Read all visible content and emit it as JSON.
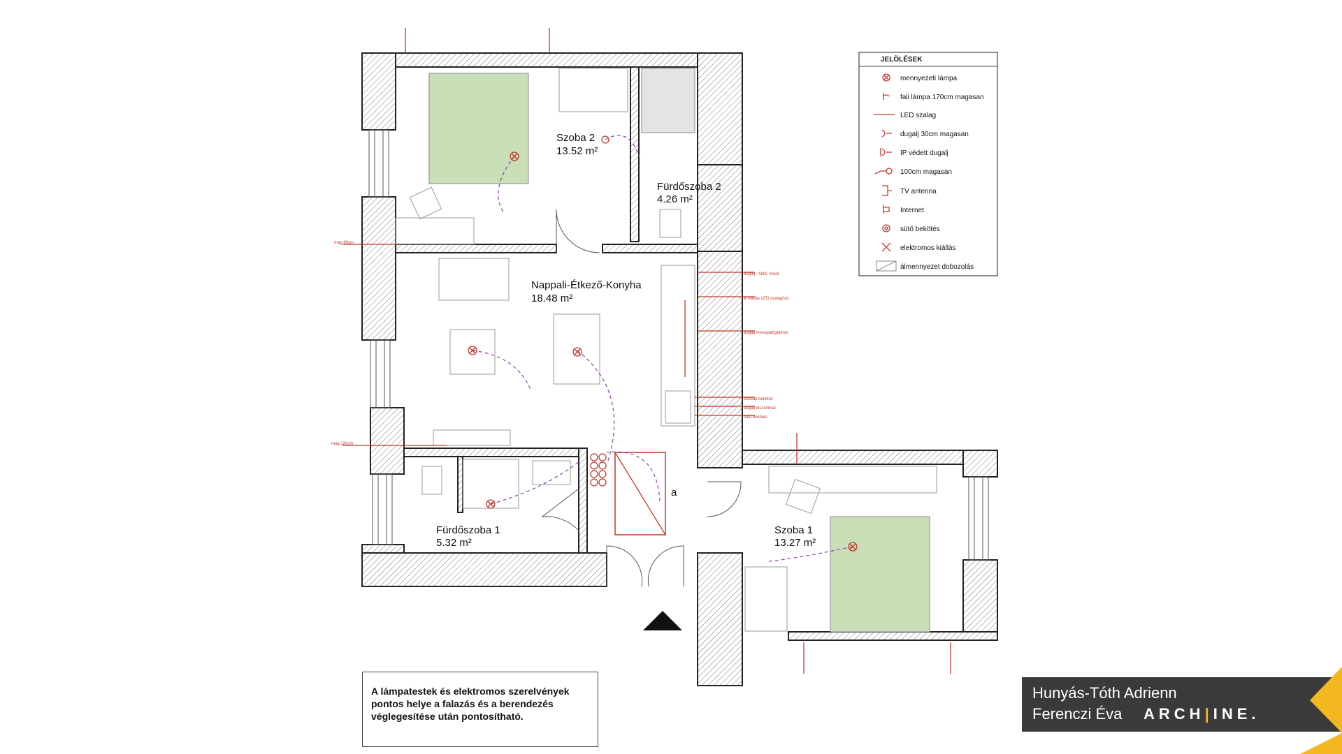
{
  "rooms": {
    "szoba2": {
      "name": "Szoba 2",
      "area": "13.52 m²"
    },
    "furdo2": {
      "name": "Fürdőszoba 2",
      "area": "4.26 m²"
    },
    "nappali": {
      "name": "Nappali-Étkező-Konyha",
      "area": "18.48 m²"
    },
    "furdo1": {
      "name": "Fürdőszoba 1",
      "area": "5.32 m²"
    },
    "szoba1": {
      "name": "Szoba 1",
      "area": "13.27 m²"
    }
  },
  "marker_a": "a",
  "legend": {
    "title": "JELÖLÉSEK",
    "items": [
      {
        "icon": "ceiling-lamp-icon",
        "label": "mennyezeti lámpa"
      },
      {
        "icon": "wall-lamp-icon",
        "label": "fali lámpa 170cm magasan"
      },
      {
        "icon": "led-strip-icon",
        "label": "LED szalag"
      },
      {
        "icon": "socket-icon",
        "label": "dugalj 30cm magasan"
      },
      {
        "icon": "ip-socket-icon",
        "label": "IP védett dugalj"
      },
      {
        "icon": "switch-icon",
        "label": "100cm magasan"
      },
      {
        "icon": "tv-antenna-icon",
        "label": "TV antenna"
      },
      {
        "icon": "internet-icon",
        "label": "Internet"
      },
      {
        "icon": "oven-connection-icon",
        "label": "sütő bekötés"
      },
      {
        "icon": "electric-outlet-icon",
        "label": "elektromos kiállás"
      },
      {
        "icon": "ceiling-box-icon",
        "label": "álmennyezet dobozolás"
      }
    ]
  },
  "annotations": {
    "height_80": "mag 80cm",
    "height_120": "mag 120cm",
    "right_1": "dugalj - hűtő, mikró",
    "right_2": "el kiállás LED szalaghoz",
    "right_3": "dugalj mosogatógéphez",
    "right_4": "főzőlap bekötés",
    "right_5": "dugalj elszívóhoz",
    "right_6": "sütő bekötés"
  },
  "note": {
    "line1": "A lámpatestek és elektromos szerelvények",
    "line2": "pontos helye a falazás és a berendezés",
    "line3": "véglegesítése után pontosítható."
  },
  "credit": {
    "name1": "Hunyás-Tóth Adrienn",
    "name2": "Ferenczi Éva",
    "logo_left": "ARCH",
    "logo_bar": "|",
    "logo_right": "INE.",
    "accent": "#f3b820",
    "bg": "#3a3a3a"
  },
  "colors": {
    "bed": "#c8dfb8",
    "electric": "#c0392b",
    "wiring": "#8e44ad"
  }
}
